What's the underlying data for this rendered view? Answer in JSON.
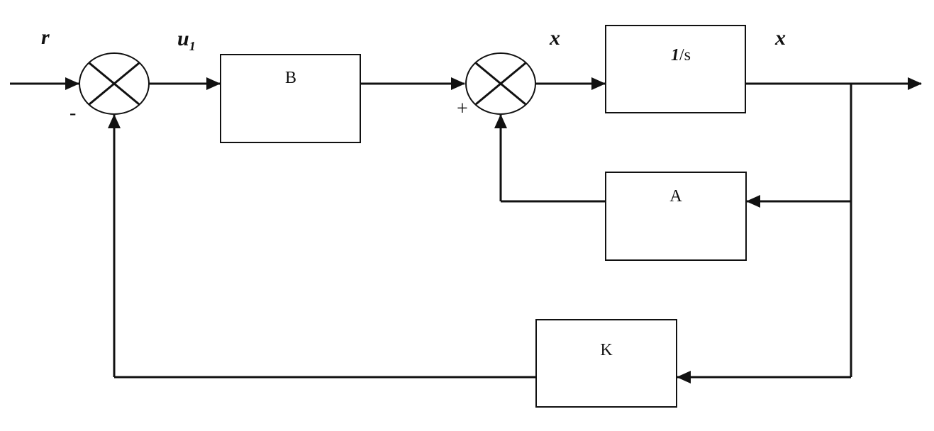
{
  "diagram": {
    "signals": {
      "r": "r",
      "u_main": "u",
      "u_sub": "1",
      "x_dot_label": "x",
      "x_label": "x"
    },
    "signs": {
      "minus": "-",
      "plus": "+"
    },
    "blocks": {
      "b": "B",
      "integrator_prefix": "1",
      "integrator_suffix": "/s",
      "a": "A",
      "k": "K"
    }
  }
}
